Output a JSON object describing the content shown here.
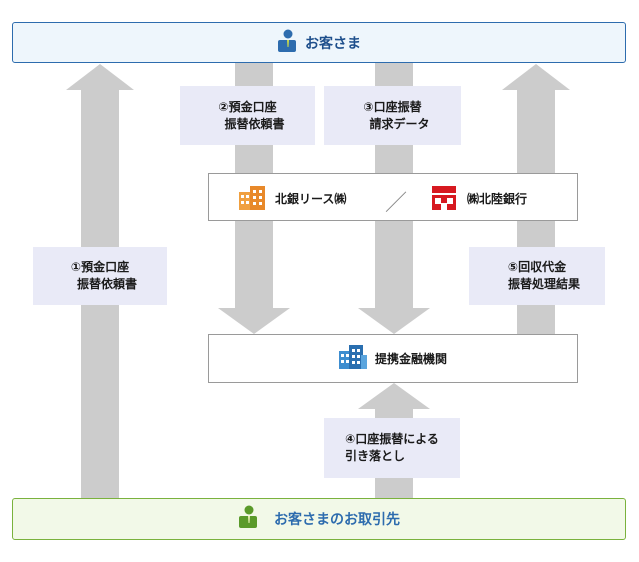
{
  "top": {
    "title": "お客さま"
  },
  "bottom": {
    "title": "お客さまのお取引先"
  },
  "middle": {
    "left_company": "北銀リース㈱",
    "separator": "／",
    "right_company": "㈱北陸銀行"
  },
  "institution": {
    "title": "提携金融機関"
  },
  "labels": {
    "l1": [
      "①預金口座",
      "振替依頼書"
    ],
    "l2": [
      "②預金口座",
      "振替依頼書"
    ],
    "l3": [
      "③口座振替",
      "請求データ"
    ],
    "l4": [
      "④口座振替による",
      "引き落とし"
    ],
    "l5": [
      "⑤回収代金",
      "振替処理結果"
    ]
  },
  "colors": {
    "arrow": "#cccccc",
    "top_border": "#2d6cae",
    "bottom_border": "#7ab23d",
    "label_bg": "#e9eaf7"
  },
  "icons": [
    "person-icon",
    "office-building-icon",
    "bank-icon",
    "institution-building-icon"
  ]
}
